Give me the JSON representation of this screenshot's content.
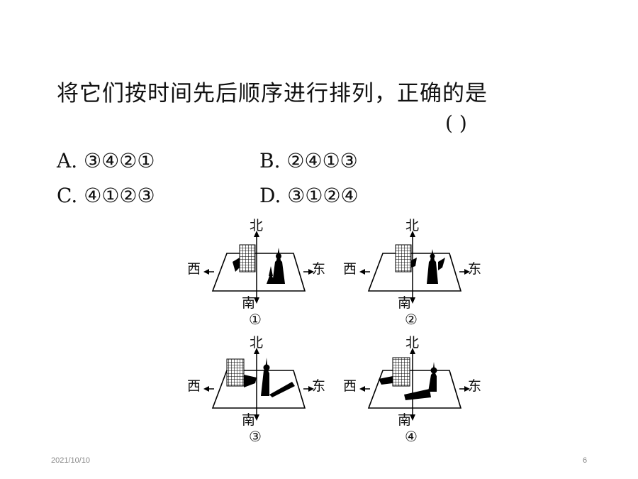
{
  "question": "将它们按时间先后顺序进行排列，正确的是",
  "answer_paren": "(    )",
  "options": [
    {
      "text": "A. ③④②①"
    },
    {
      "text": "B. ②④①③"
    },
    {
      "text": "C. ④①②③"
    },
    {
      "text": "D. ③①②④"
    }
  ],
  "diagrams": [
    {
      "north": "北",
      "south": "南",
      "west": "西",
      "east": "东",
      "number": "①"
    },
    {
      "north": "北",
      "south": "南",
      "west": "西",
      "east": "东",
      "number": "②"
    },
    {
      "north": "北",
      "south": "南",
      "west": "西",
      "east": "东",
      "number": "③"
    },
    {
      "north": "北",
      "south": "南",
      "west": "西",
      "east": "东",
      "number": "④"
    }
  ],
  "footer": {
    "date": "2021/10/10",
    "page": "6"
  }
}
